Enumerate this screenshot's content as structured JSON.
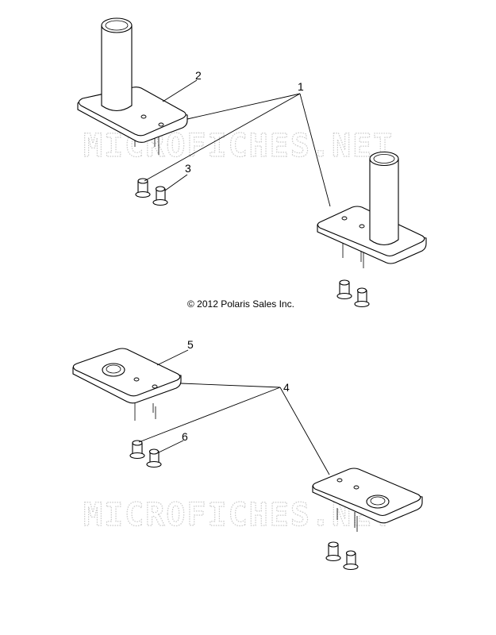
{
  "copyright": "© 2012 Polaris Sales Inc.",
  "watermark": "MICROFICHES.NET",
  "callouts": {
    "c1": "1",
    "c2": "2",
    "c3": "3",
    "c4": "4",
    "c5": "5",
    "c6": "6"
  },
  "colors": {
    "line": "#000000",
    "watermark": "#c9c9c9",
    "background": "#ffffff"
  }
}
